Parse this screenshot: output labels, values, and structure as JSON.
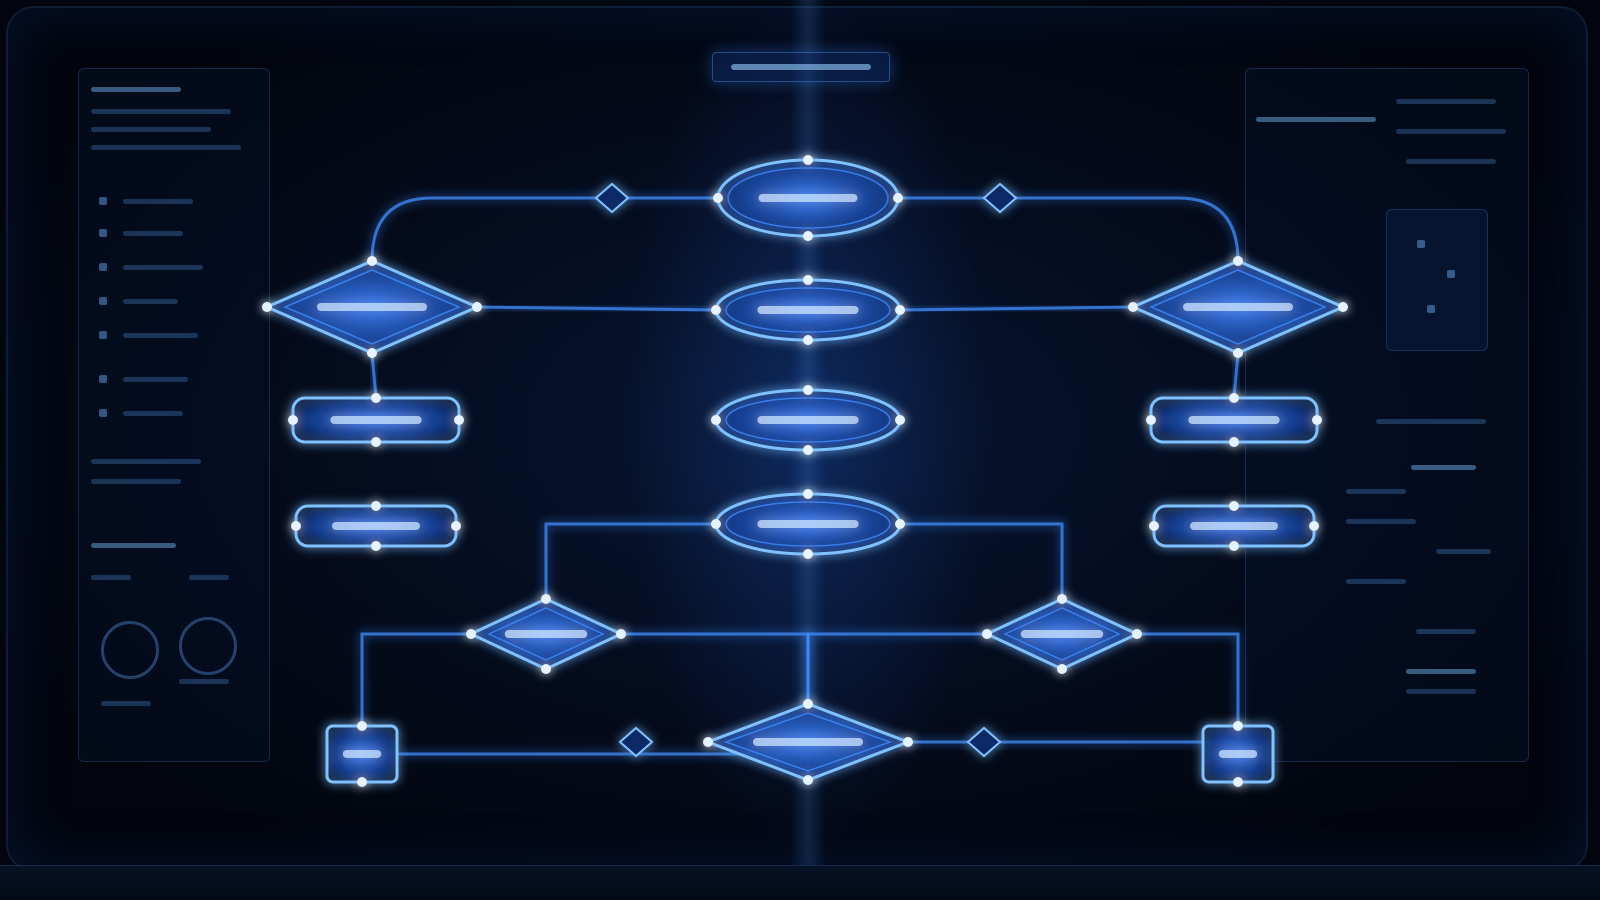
{
  "screen": {
    "accent_color": "#3f8dff",
    "glow_color": "#7fc2ff",
    "background_color": "#040b1c"
  },
  "diagram": {
    "type": "flowchart",
    "nodes": [
      {
        "id": "n-top",
        "shape": "ellipse",
        "label": ""
      },
      {
        "id": "n-left-decision",
        "shape": "diamond",
        "label": ""
      },
      {
        "id": "n-center-2",
        "shape": "ellipse",
        "label": ""
      },
      {
        "id": "n-right-decision",
        "shape": "diamond",
        "label": ""
      },
      {
        "id": "n-left-process-1",
        "shape": "rounded-rect",
        "label": ""
      },
      {
        "id": "n-center-3",
        "shape": "ellipse",
        "label": ""
      },
      {
        "id": "n-right-process-1",
        "shape": "rounded-rect",
        "label": ""
      },
      {
        "id": "n-left-process-2",
        "shape": "rounded-rect",
        "label": ""
      },
      {
        "id": "n-center-4",
        "shape": "ellipse",
        "label": ""
      },
      {
        "id": "n-right-process-2",
        "shape": "rounded-rect",
        "label": ""
      },
      {
        "id": "n-lower-left-decision",
        "shape": "diamond",
        "label": ""
      },
      {
        "id": "n-lower-right-decision",
        "shape": "diamond",
        "label": ""
      },
      {
        "id": "n-bottom-left",
        "shape": "square",
        "label": ""
      },
      {
        "id": "n-bottom-center",
        "shape": "diamond",
        "label": ""
      },
      {
        "id": "n-bottom-right",
        "shape": "square",
        "label": ""
      }
    ],
    "edges": [
      [
        "n-left-decision",
        "n-top"
      ],
      [
        "n-top",
        "n-right-decision"
      ],
      [
        "n-left-decision",
        "n-center-2"
      ],
      [
        "n-center-2",
        "n-right-decision"
      ],
      [
        "n-top",
        "n-center-2"
      ],
      [
        "n-center-2",
        "n-center-3"
      ],
      [
        "n-center-3",
        "n-center-4"
      ],
      [
        "n-left-decision",
        "n-left-process-1"
      ],
      [
        "n-left-process-1",
        "n-left-process-2"
      ],
      [
        "n-left-process-1",
        "n-center-3"
      ],
      [
        "n-center-3",
        "n-right-process-1"
      ],
      [
        "n-right-decision",
        "n-right-process-1"
      ],
      [
        "n-right-process-1",
        "n-right-process-2"
      ],
      [
        "n-center-4",
        "n-lower-left-decision"
      ],
      [
        "n-center-4",
        "n-lower-right-decision"
      ],
      [
        "n-lower-left-decision",
        "n-bottom-left"
      ],
      [
        "n-lower-right-decision",
        "n-bottom-right"
      ],
      [
        "n-bottom-left",
        "n-bottom-center"
      ],
      [
        "n-bottom-center",
        "n-bottom-right"
      ],
      [
        "n-lower-left-decision",
        "n-bottom-center"
      ],
      [
        "n-lower-right-decision",
        "n-bottom-center"
      ]
    ]
  }
}
